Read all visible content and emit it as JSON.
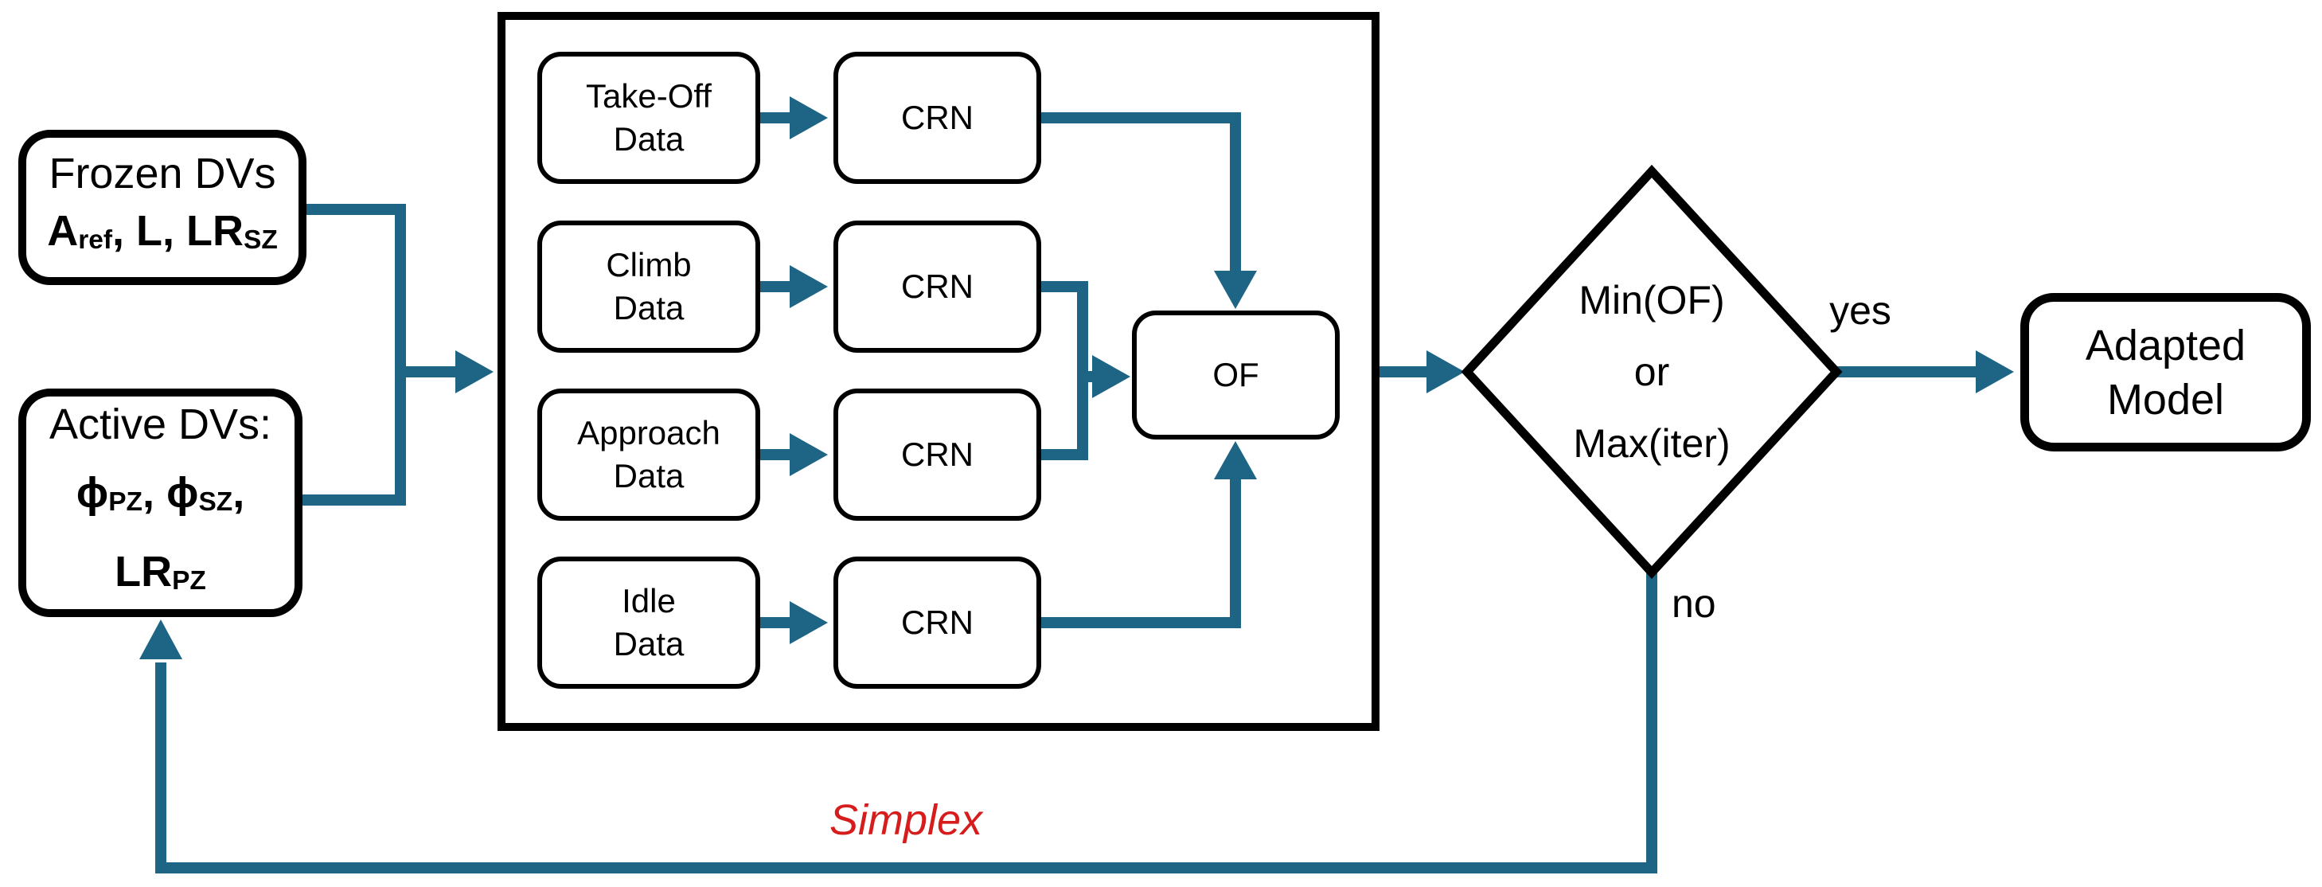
{
  "colors": {
    "arrow": "#1D6485",
    "border": "#000000",
    "simplex_red": "#D61C1C",
    "background": "#FFFFFF"
  },
  "frozen": {
    "title": "Frozen DVs",
    "parts": [
      "A",
      "ref",
      ", L, LR",
      "SZ"
    ]
  },
  "active": {
    "title": "Active DVs:",
    "l2": [
      "ϕ",
      "PZ",
      ", ϕ",
      "SZ",
      ","
    ],
    "l3": [
      "LR",
      "PZ"
    ]
  },
  "rows": [
    {
      "input": [
        "Take-Off",
        "Data"
      ],
      "module": "CRN"
    },
    {
      "input": [
        "Climb",
        "Data"
      ],
      "module": "CRN"
    },
    {
      "input": [
        "Approach",
        "Data"
      ],
      "module": "CRN"
    },
    {
      "input": [
        "Idle",
        "Data"
      ],
      "module": "CRN"
    }
  ],
  "of": {
    "label": "OF"
  },
  "decision": {
    "lines": [
      "Min(OF)",
      "or",
      "Max(iter)"
    ]
  },
  "adapted": {
    "lines": [
      "Adapted",
      "Model"
    ]
  },
  "labels": {
    "yes": "yes",
    "no": "no",
    "simplex": "Simplex"
  }
}
